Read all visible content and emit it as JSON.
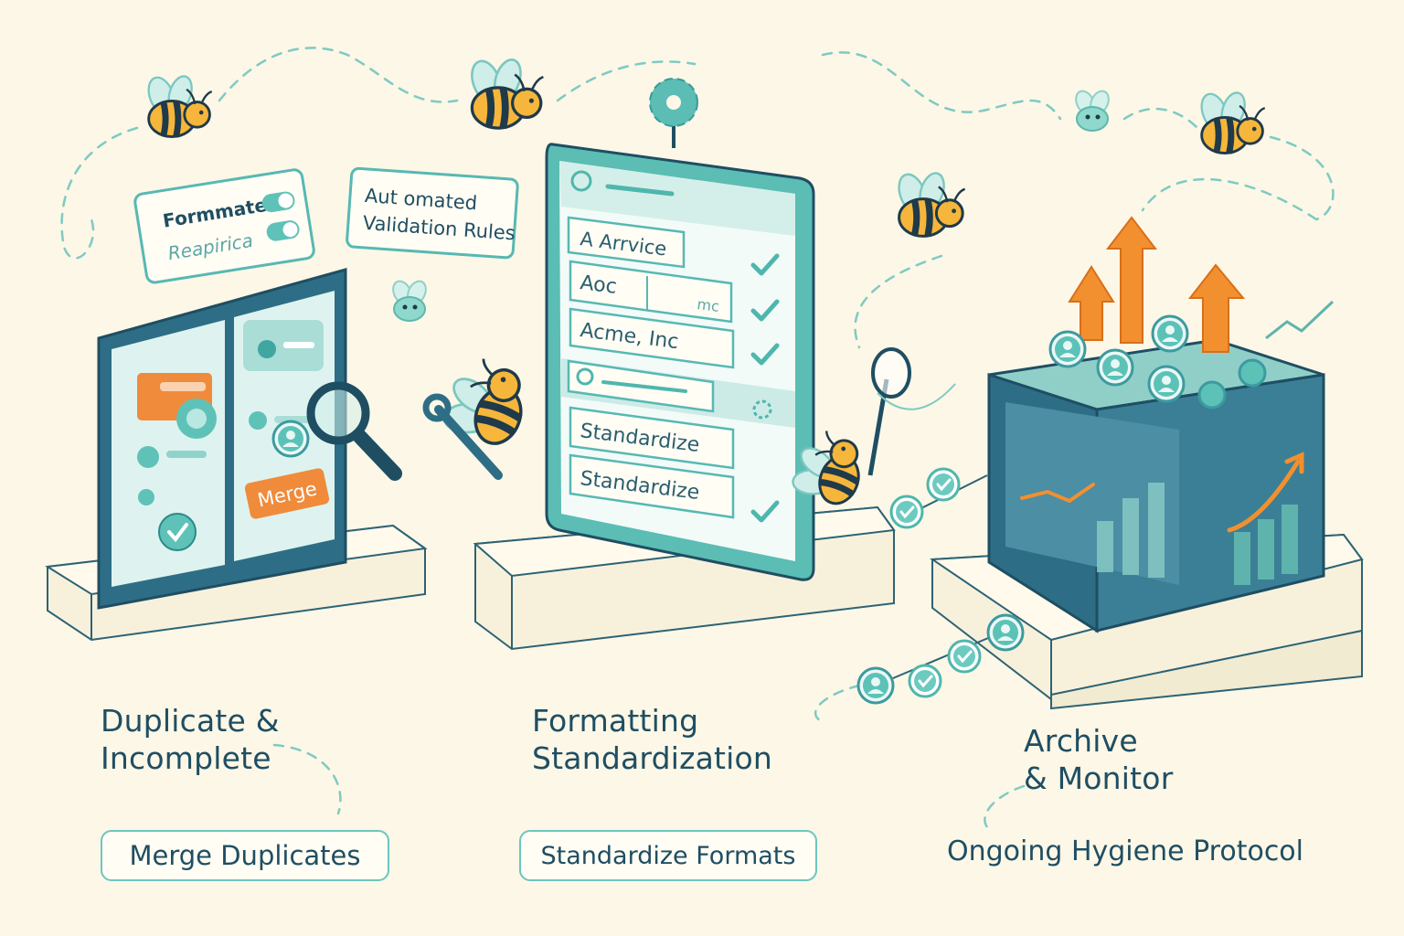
{
  "stages": [
    {
      "title_line1": "Duplicate &",
      "title_line2": "Incomplete",
      "action": "Merge Duplicates",
      "merge_label": "Merge",
      "card_line1": "Formmated",
      "card_line2": "Reapirica"
    },
    {
      "title_line1": "Formatting",
      "title_line2": "Standardization",
      "action": "Standardize Formats",
      "note_line1": "Aut omated",
      "note_line2": "Validation Rules",
      "rows": [
        "A Arrvice",
        "Aoc",
        "Acme, Inc",
        "Standardize",
        "Standardize"
      ],
      "row_sub": "mc"
    },
    {
      "title_line1": "Archive",
      "title_line2": "& Monitor",
      "action": "Ongoing Hygiene Protocol"
    }
  ],
  "colors": {
    "background": "#fcf7e6",
    "navy": "#1f4e63",
    "teal": "#57b8b3",
    "mint": "#cdebe6",
    "orange": "#f2902f",
    "bee_yellow": "#f6b63b"
  }
}
